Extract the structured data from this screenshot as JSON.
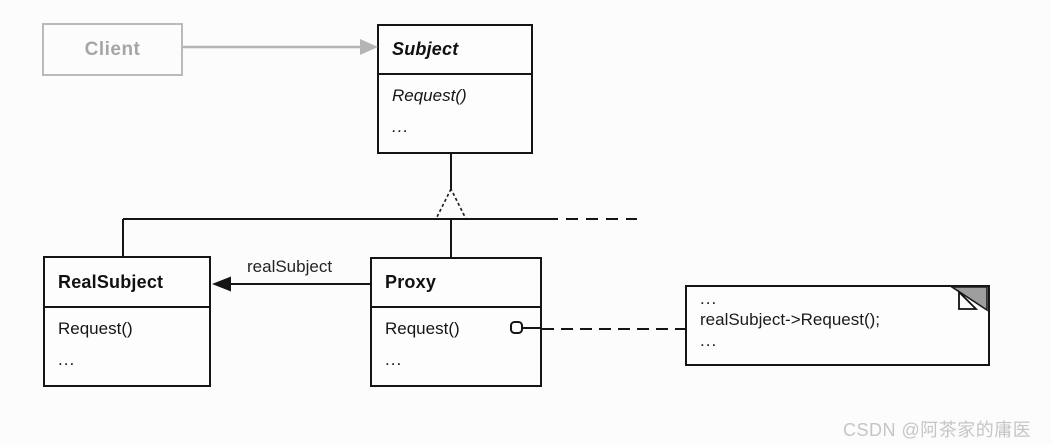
{
  "classes": {
    "client": {
      "name": "Client"
    },
    "subject": {
      "name": "Subject",
      "methods": [
        "Request()",
        "..."
      ]
    },
    "real_subject": {
      "name": "RealSubject",
      "methods": [
        "Request()",
        "..."
      ]
    },
    "proxy": {
      "name": "Proxy",
      "methods": [
        "Request()",
        "..."
      ]
    }
  },
  "relations": {
    "association_label": "realSubject"
  },
  "note": {
    "lines": [
      "...",
      "realSubject->Request();",
      "..."
    ]
  },
  "watermark": "CSDN @阿茶家的庸医",
  "colors": {
    "line": "#151515",
    "muted_line": "#b5b5b5",
    "muted_text": "#a6a6a6",
    "note_fold": "#9e9e9e",
    "watermark": "#c5c5c5",
    "background": "#fcfcfc"
  }
}
